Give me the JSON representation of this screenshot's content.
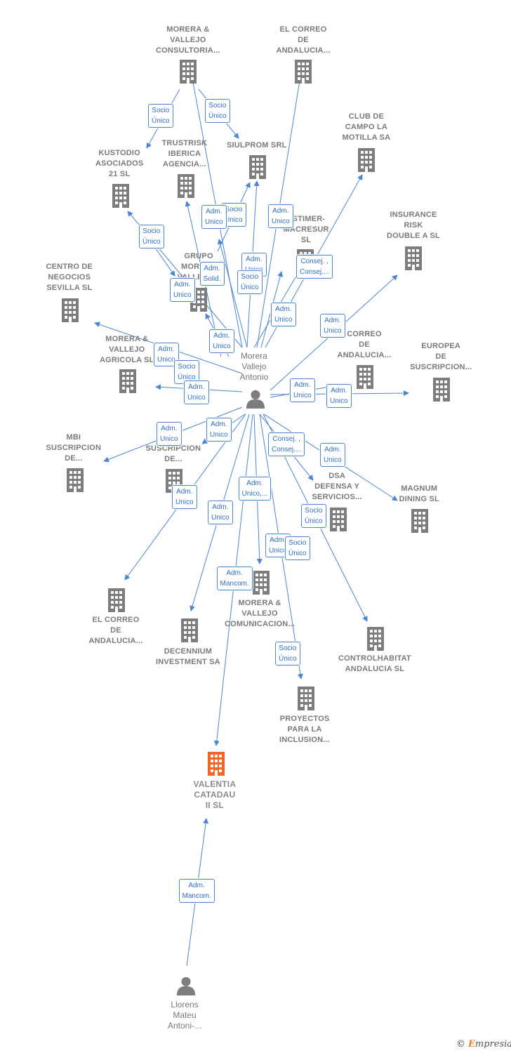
{
  "companies": [
    {
      "id": "c1",
      "label": [
        "MORERA &",
        "VALLEJO",
        "CONSULTORIA..."
      ]
    },
    {
      "id": "c2",
      "label": [
        "EL CORREO",
        "DE",
        "ANDALUCIA..."
      ]
    },
    {
      "id": "c3",
      "label": [
        "CLUB DE",
        "CAMPO LA",
        "MOTILLA SA"
      ]
    },
    {
      "id": "c4",
      "label": [
        "KUSTODIO",
        "ASOCIADOS",
        "21 SL"
      ]
    },
    {
      "id": "c5",
      "label": [
        "TRUSTRISK",
        "IBERICA",
        "AGENCIA..."
      ]
    },
    {
      "id": "c6",
      "label": [
        "SIULPROM SRL"
      ]
    },
    {
      "id": "c7",
      "label": [
        "INSURANCE",
        "RISK",
        "DOUBLE A SL"
      ]
    },
    {
      "id": "c8",
      "label": [
        "ESTIMER-",
        "MACRESUR",
        "SL"
      ]
    },
    {
      "id": "c9",
      "label": [
        "GRUPO",
        "MORERA",
        "VALLEJO..."
      ]
    },
    {
      "id": "c10",
      "label": [
        "CENTRO DE",
        "NEGOCIOS",
        "SEVILLA  SL"
      ]
    },
    {
      "id": "c11",
      "label": [
        "MORERA &",
        "VALLEJO",
        "AGRICOLA  SL"
      ]
    },
    {
      "id": "c12",
      "label": [
        "CORREO",
        "DE",
        "ANDALUCIA..."
      ]
    },
    {
      "id": "c13",
      "label": [
        "EUROPEA",
        "DE",
        "SUSCRIPCION..."
      ]
    },
    {
      "id": "c14",
      "label": [
        "MBI",
        "SUSCRIPCION",
        "DE..."
      ]
    },
    {
      "id": "c15",
      "label": [
        "SUSCRIPCION",
        "DE..."
      ]
    },
    {
      "id": "c16",
      "label": [
        "DSA",
        "DEFENSA Y",
        "SERVICIOS..."
      ]
    },
    {
      "id": "c17",
      "label": [
        "MAGNUM",
        "DINING  SL"
      ]
    },
    {
      "id": "c18",
      "label": [
        "EL CORREO",
        "DE",
        "ANDALUCIA..."
      ]
    },
    {
      "id": "c19",
      "label": [
        "DECENNIUM",
        "INVESTMENT SA"
      ]
    },
    {
      "id": "c20",
      "label": [
        "MORERA &",
        "VALLEJO",
        "COMUNICACION..."
      ]
    },
    {
      "id": "c21",
      "label": [
        "CONTROLHABITAT",
        "ANDALUCIA  SL"
      ]
    },
    {
      "id": "c22",
      "label": [
        "PROYECTOS",
        "PARA LA",
        "INCLUSION..."
      ]
    },
    {
      "id": "c23",
      "label": [
        "VALENTIA",
        "CATADAU",
        "II  SL"
      ],
      "highlight": true
    }
  ],
  "persons": [
    {
      "id": "p1",
      "label": [
        "Morera",
        "Vallejo",
        "Antonio"
      ]
    },
    {
      "id": "p2",
      "label": [
        "Llorens",
        "Mateu",
        "Antoni-..."
      ]
    }
  ],
  "roles": [
    [
      "Socio",
      "Único"
    ],
    [
      "Socio",
      "Único"
    ],
    [
      "Adm.",
      "Unico"
    ],
    [
      "Socio",
      "Único"
    ],
    [
      "Adm.",
      "Unico"
    ],
    [
      "Socio",
      "Único"
    ],
    [
      "Adm.",
      "Unico"
    ],
    [
      "Adm.",
      "Solid."
    ],
    [
      "Socio",
      "Único"
    ],
    [
      "Adm.",
      "Unico"
    ],
    [
      "Consej. ,",
      "Consej...."
    ],
    [
      "Adm.",
      "Unico"
    ],
    [
      "Adm.",
      "Unico"
    ],
    [
      "Adm.",
      "Unico"
    ],
    [
      "Adm.",
      "Unico"
    ],
    [
      "Socio",
      "Único"
    ],
    [
      "Adm.",
      "Unico"
    ],
    [
      "Adm.",
      "Unico"
    ],
    [
      "Adm.",
      "Unico"
    ],
    [
      "Adm.",
      "Unico"
    ],
    [
      "Adm.",
      "Unico"
    ],
    [
      "Consej. ,",
      "Consej...."
    ],
    [
      "Adm.",
      "Unico"
    ],
    [
      "Adm.",
      "Unico"
    ],
    [
      "Adm.",
      "Unico,..."
    ],
    [
      "Adm.",
      "Unico"
    ],
    [
      "Socio",
      "Único"
    ],
    [
      "Adm.",
      "Unico"
    ],
    [
      "Socio",
      "Único"
    ],
    [
      "Adm.",
      "Mancom."
    ],
    [
      "Socio",
      "Único"
    ],
    [
      "Adm.",
      "Mancom."
    ]
  ],
  "colors": {
    "edge": "#4a86d4",
    "node": "#7d7d7d",
    "highlight": "#f0682a"
  },
  "footer": {
    "copyright": "©",
    "brand_first": "E",
    "brand_rest": "mpresia"
  }
}
